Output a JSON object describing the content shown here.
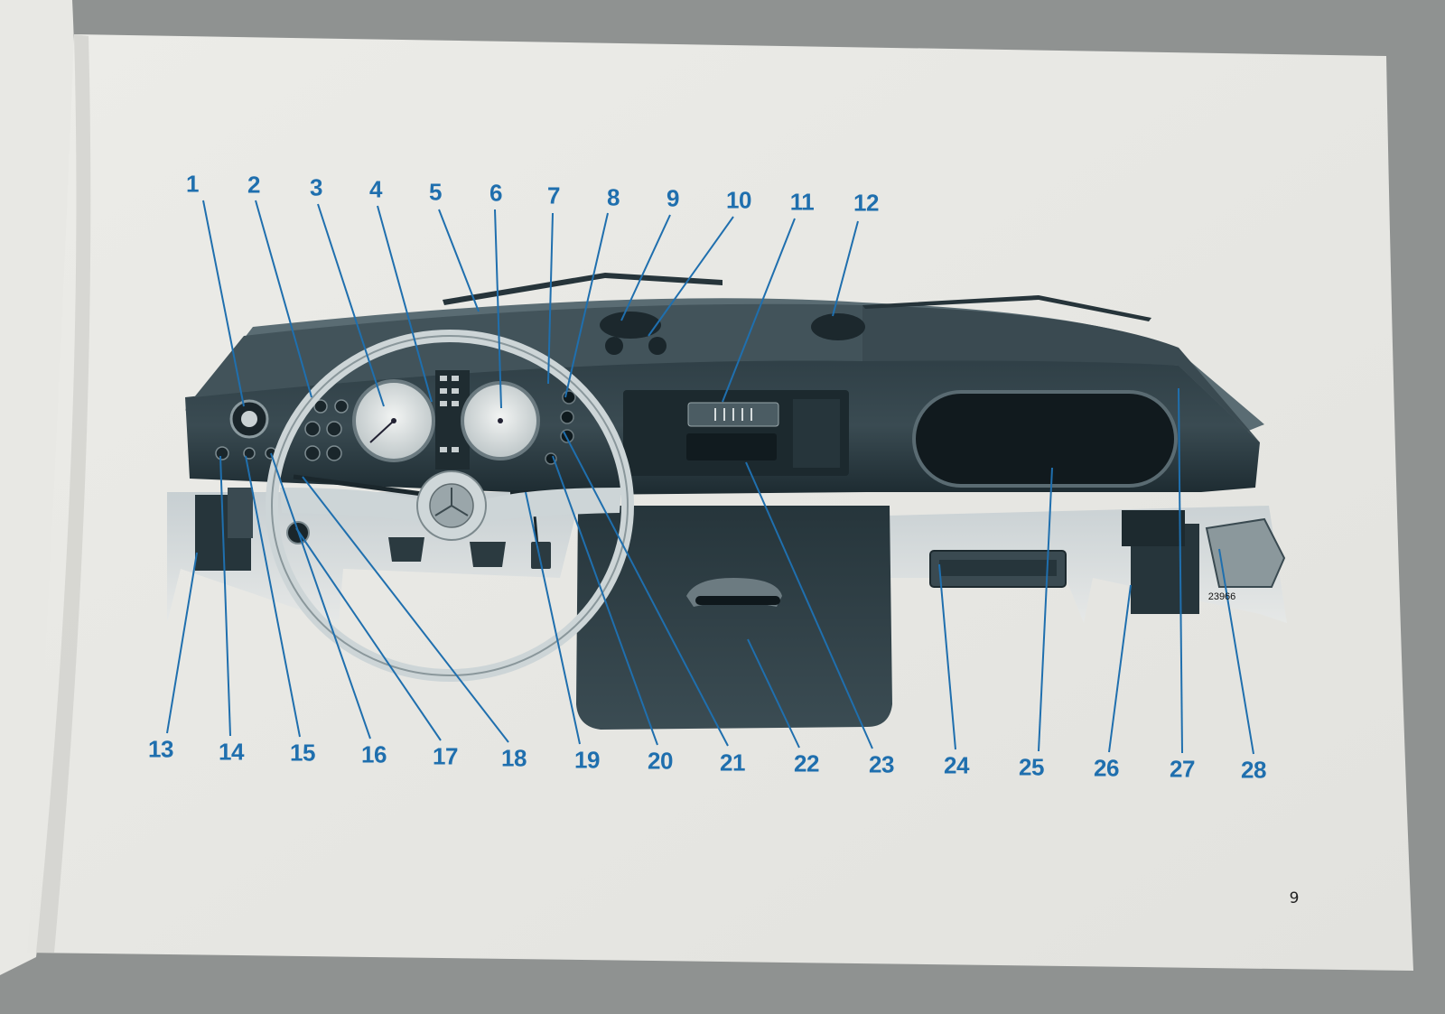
{
  "page": {
    "number": "9",
    "figure_code": "23966"
  },
  "colors": {
    "callout_blue": "#1f6fae",
    "paper": "#e9e9e5",
    "dashboard_dark": "#1c2a30"
  },
  "callouts": [
    {
      "n": "1",
      "part": "round-gauge-left"
    },
    {
      "n": "2",
      "part": "switch-cluster"
    },
    {
      "n": "3",
      "part": "speedometer"
    },
    {
      "n": "4",
      "part": "warning-lights"
    },
    {
      "n": "5",
      "part": "windshield-wiper-left"
    },
    {
      "n": "6",
      "part": "combination-gauge"
    },
    {
      "n": "7",
      "part": "control-knob"
    },
    {
      "n": "8",
      "part": "control-knob"
    },
    {
      "n": "9",
      "part": "center-vent-switch"
    },
    {
      "n": "10",
      "part": "center-switch"
    },
    {
      "n": "11",
      "part": "radio"
    },
    {
      "n": "12",
      "part": "right-vent"
    },
    {
      "n": "13",
      "part": "left-side-box"
    },
    {
      "n": "14",
      "part": "left-knob"
    },
    {
      "n": "15",
      "part": "knob"
    },
    {
      "n": "16",
      "part": "steering-wheel"
    },
    {
      "n": "17",
      "part": "ignition"
    },
    {
      "n": "18",
      "part": "lever"
    },
    {
      "n": "19",
      "part": "pedal-lever"
    },
    {
      "n": "20",
      "part": "switch"
    },
    {
      "n": "21",
      "part": "switch"
    },
    {
      "n": "22",
      "part": "center-glovebox"
    },
    {
      "n": "23",
      "part": "radio-tray"
    },
    {
      "n": "24",
      "part": "grab-handle"
    },
    {
      "n": "25",
      "part": "glove-compartment"
    },
    {
      "n": "26",
      "part": "right-box"
    },
    {
      "n": "27",
      "part": "right-vent-edge"
    },
    {
      "n": "28",
      "part": "lamp"
    }
  ]
}
